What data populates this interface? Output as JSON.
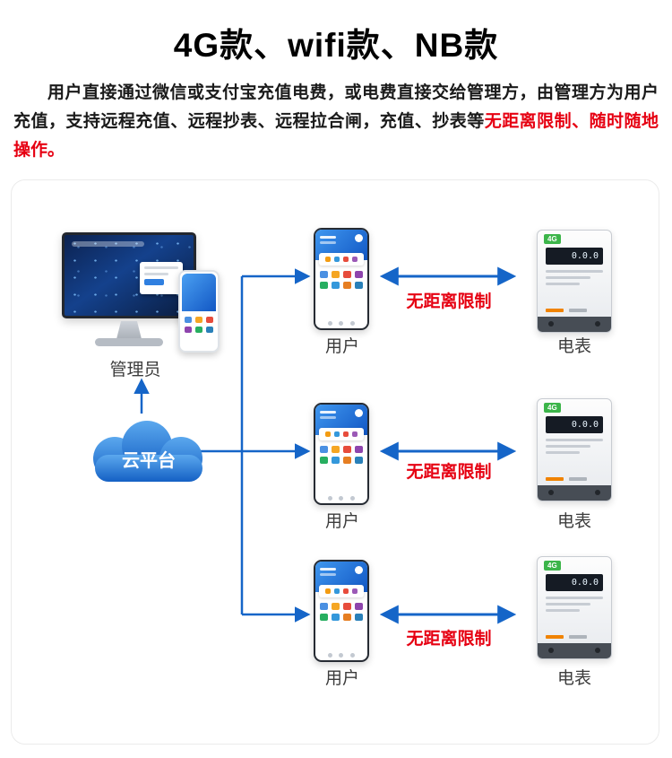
{
  "header": {
    "title": "4G款、wifi款、NB款",
    "intro_main": "用户直接通过微信或支付宝充值电费，或电费直接交给管理方，由管理方为用户充值，支持远程充值、远程抄表、远程拉合闸，充值、抄表等",
    "intro_highlight": "无距离限制、随时随地操作。"
  },
  "diagram": {
    "admin": {
      "label": "管理员"
    },
    "cloud": {
      "label": "云平台"
    },
    "meter_badge": "4G",
    "meter_lcd": "0.0.0",
    "rows": [
      {
        "user_label": "用户",
        "meter_label": "电表",
        "link_label": "无距离限制"
      },
      {
        "user_label": "用户",
        "meter_label": "电表",
        "link_label": "无距离限制"
      },
      {
        "user_label": "用户",
        "meter_label": "电表",
        "link_label": "无距离限制"
      }
    ],
    "colors": {
      "arrow_blue": "#1565c8",
      "highlight_red": "#e60012",
      "cloud_top": "#5ba8ee",
      "cloud_bottom": "#1460c4",
      "badge_green": "#3cb54a"
    }
  }
}
